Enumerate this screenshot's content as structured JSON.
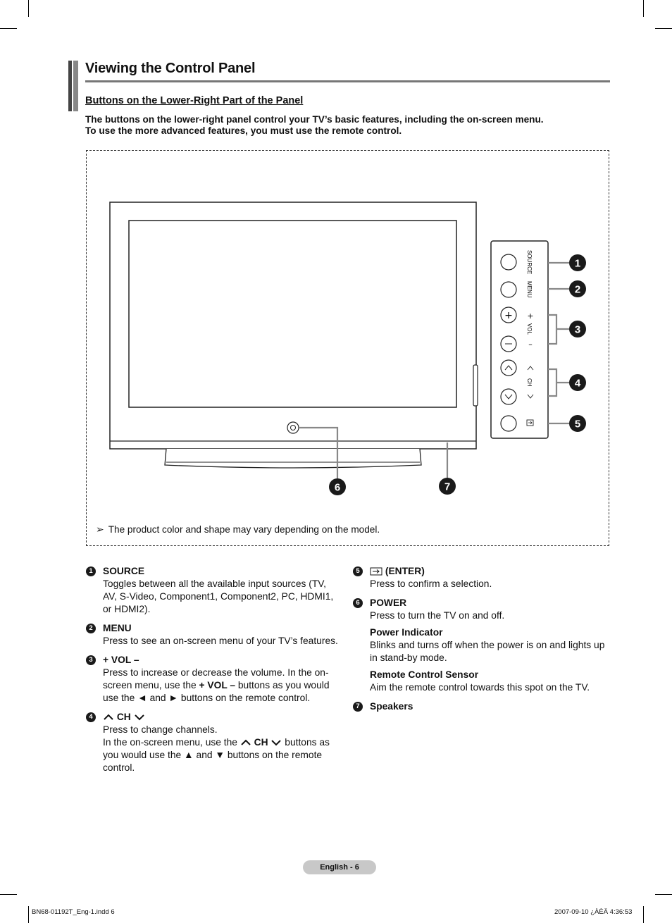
{
  "header": {
    "title": "Viewing the Control Panel",
    "subtitle": "Buttons on the Lower-Right Part of the Panel",
    "intro_line1": "The buttons on the lower-right panel control your TV’s basic features, including the on-screen menu.",
    "intro_line2": "To use the more advanced features, you must use the remote control."
  },
  "diagram": {
    "panel_labels": {
      "source": "SOURCE",
      "menu": "MENU",
      "vol_plus": "+",
      "vol": "VOL",
      "vol_minus": "–",
      "ch_up": "︿",
      "ch": "CH",
      "ch_down": "﹀"
    },
    "callouts": [
      "1",
      "2",
      "3",
      "4",
      "5",
      "6",
      "7"
    ],
    "note_symbol": "➢",
    "note": "The product color and shape may vary depending on the model."
  },
  "left_items": [
    {
      "num": "1",
      "title": "SOURCE",
      "text": "Toggles between all the available input sources (TV, AV, S-Video, Component1, Component2, PC, HDMI1, or HDMI2)."
    },
    {
      "num": "2",
      "title": "MENU",
      "text": "Press to see an on-screen menu of your TV’s features."
    },
    {
      "num": "3",
      "title": "+ VOL –",
      "text_a": "Press to increase or decrease the volume. In the on-screen menu, use the ",
      "text_b": "+ VOL –",
      "text_c": " buttons as you would use the ◄ and ► buttons on the remote control."
    },
    {
      "num": "4",
      "title": "CH",
      "line1": "Press to change channels.",
      "line2_a": "In the on-screen menu, use the ",
      "line2_b": "CH",
      "line2_c": " buttons as you would use the ▲ and ▼ buttons on the remote control."
    }
  ],
  "right_items": [
    {
      "num": "5",
      "title": "(ENTER)",
      "text": "Press to confirm a selection."
    },
    {
      "num": "6",
      "title": "POWER",
      "text": "Press to turn the TV on and off.",
      "sub1_title": "Power Indicator",
      "sub1_text": "Blinks and turns off when the power is on and lights up in stand-by mode.",
      "sub2_title": "Remote Control Sensor",
      "sub2_text": "Aim the remote control towards this spot on the TV."
    },
    {
      "num": "7",
      "title": "Speakers"
    }
  ],
  "footer": {
    "page_label": "English - 6",
    "file": "BN68-01192T_Eng-1.indd   6",
    "timestamp": "2007-09-10   ¿ÀÈÄ 4:36:53"
  }
}
